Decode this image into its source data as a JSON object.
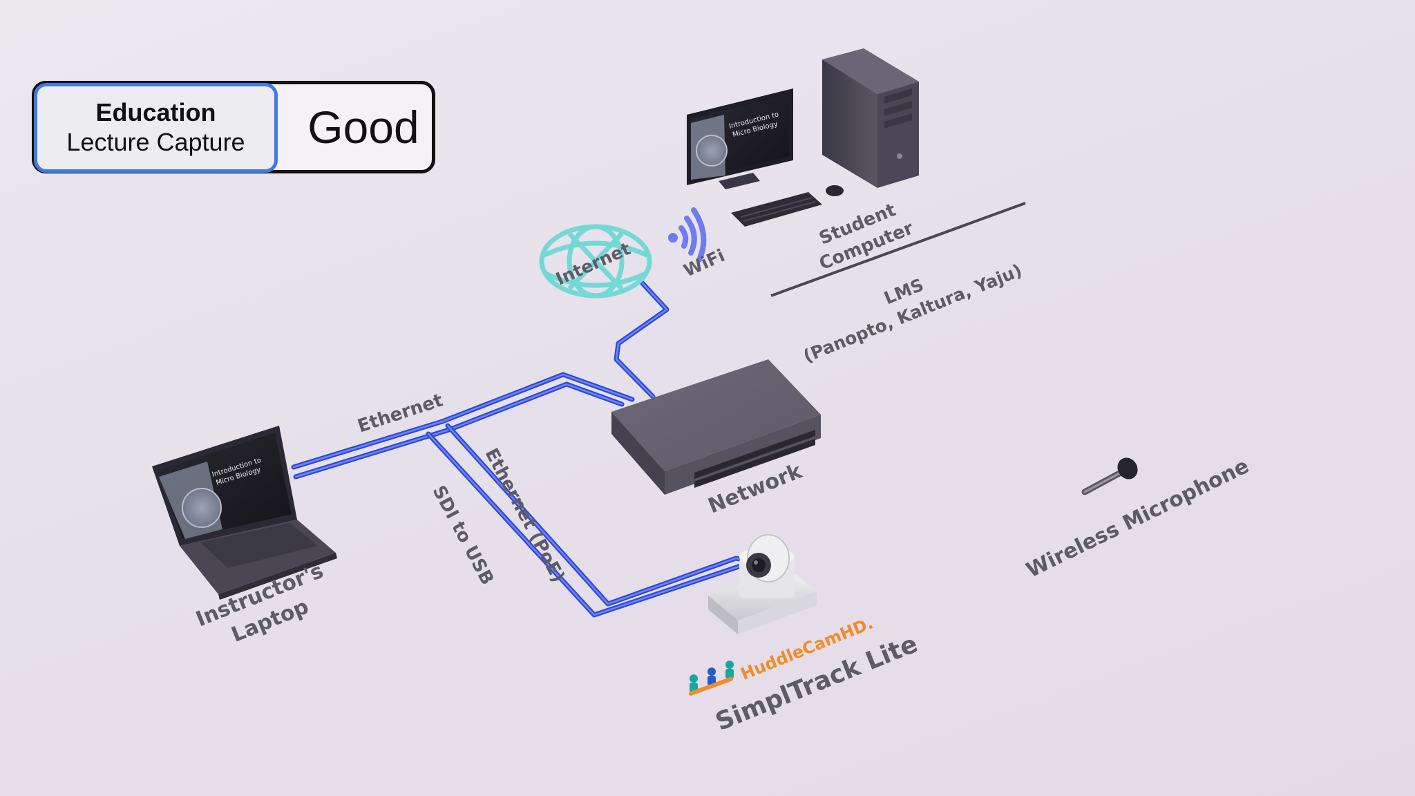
{
  "badge": {
    "category": "Education",
    "subcategory": "Lecture Capture",
    "rating": "Good"
  },
  "labels": {
    "internet": "Internet",
    "wifi": "WiFi",
    "student_computer": [
      "Student",
      "Computer"
    ],
    "lms": [
      "LMS",
      "(Panopto, Kaltura, Yaju)"
    ],
    "ethernet": "Ethernet",
    "ethernet_poe": "Ethernet (PoE)",
    "sdi_to_usb": "SDI to USB",
    "network": "Network",
    "instructor_laptop": [
      "Instructor's",
      "Laptop"
    ],
    "wireless_microphone": "Wireless Microphone",
    "product": "SimplTrack Lite",
    "brand": "HuddleCamHD."
  },
  "screen_slide": [
    "Introduction to",
    "Micro Biology"
  ],
  "colors": {
    "cable": "#3d5ee8",
    "internet": "#6ed6d4",
    "wifi": "#6f7cf0",
    "badge_accent": "#3f7ae6",
    "brand": "#f08c2a",
    "label": "#5d5b66"
  }
}
